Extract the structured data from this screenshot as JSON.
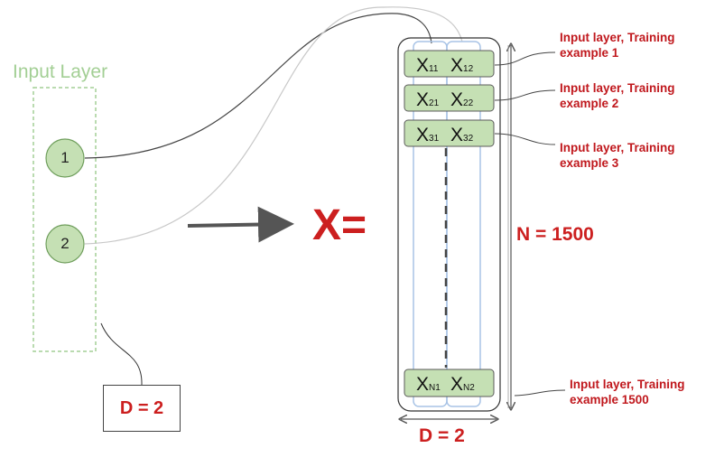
{
  "input_layer": {
    "title": "Input Layer",
    "nodes": [
      "1",
      "2"
    ]
  },
  "d_box_label": "D = 2",
  "x_equals": "X=",
  "matrix": {
    "rows": [
      {
        "c1": {
          "base": "X",
          "sub": "11"
        },
        "c2": {
          "base": "X",
          "sub": "12"
        }
      },
      {
        "c1": {
          "base": "X",
          "sub": "21"
        },
        "c2": {
          "base": "X",
          "sub": "22"
        }
      },
      {
        "c1": {
          "base": "X",
          "sub": "31"
        },
        "c2": {
          "base": "X",
          "sub": "32"
        }
      },
      {
        "c1": {
          "base": "X",
          "sub": "N1"
        },
        "c2": {
          "base": "X",
          "sub": "N2"
        }
      }
    ],
    "n_label": "N = 1500",
    "d_label": "D = 2"
  },
  "annotations": [
    {
      "line1": "Input layer,  Training",
      "line2": "example 1"
    },
    {
      "line1": "Input layer, Training",
      "line2": "example 2"
    },
    {
      "line1": "Input layer, Training",
      "line2": "example 3"
    },
    {
      "line1": "Input layer, Training",
      "line2": "example 1500"
    }
  ],
  "colors": {
    "accent_red": "#cc1f1f",
    "node_fill": "#c5e0b4",
    "layer_green": "#a3cf95",
    "column_blue": "#a9c4e6"
  }
}
